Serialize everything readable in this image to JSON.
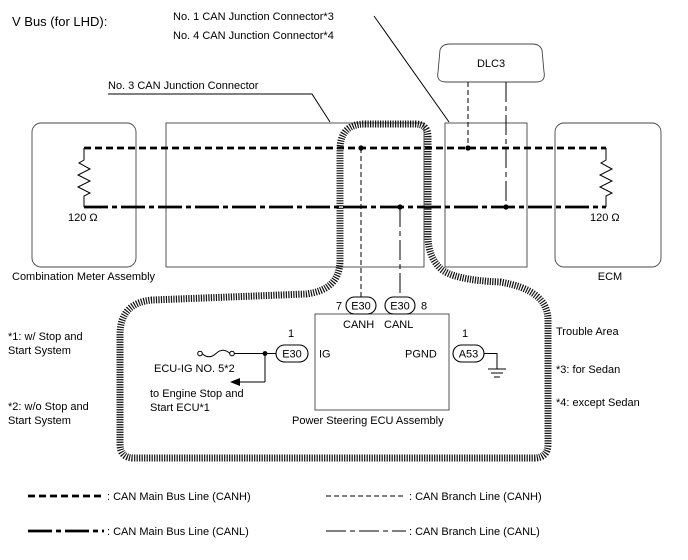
{
  "title": "V Bus (for LHD):",
  "labels": {
    "junction_top_1": "No. 1 CAN Junction Connector*3",
    "junction_top_2": "No. 4 CAN Junction Connector*4",
    "junction_3": "No. 3 CAN Junction Connector",
    "dlc": "DLC3",
    "combination_meter": "Combination Meter Assembly",
    "ecm": "ECM",
    "resistor_left": "120 Ω",
    "resistor_right": "120 Ω",
    "power_steering": "Power Steering ECU Assembly",
    "trouble_area": "Trouble Area"
  },
  "connectors": {
    "canh": {
      "code": "E30",
      "pin": "7",
      "signal": "CANH"
    },
    "canl": {
      "code": "E30",
      "pin": "8",
      "signal": "CANL"
    },
    "ig": {
      "code": "E30",
      "pin": "1",
      "signal": "IG"
    },
    "pgnd": {
      "code": "A53",
      "pin": "1",
      "signal": "PGND"
    }
  },
  "fuse": {
    "label": "ECU-IG NO. 5*2",
    "arrow_text_1": "to Engine Stop and",
    "arrow_text_2": "Start ECU*1"
  },
  "notes": {
    "n1_line1": "*1: w/ Stop and",
    "n1_line2": "Start System",
    "n2_line1": "*2: w/o Stop and",
    "n2_line2": "Start System",
    "n3": "*3: for Sedan",
    "n4": "*4: except Sedan"
  },
  "legend": {
    "main_canh": ": CAN Main Bus Line (CANH)",
    "main_canl": ": CAN Main Bus Line (CANL)",
    "branch_canh": ": CAN Branch Line (CANH)",
    "branch_canl": ": CAN Branch Line (CANL)"
  }
}
